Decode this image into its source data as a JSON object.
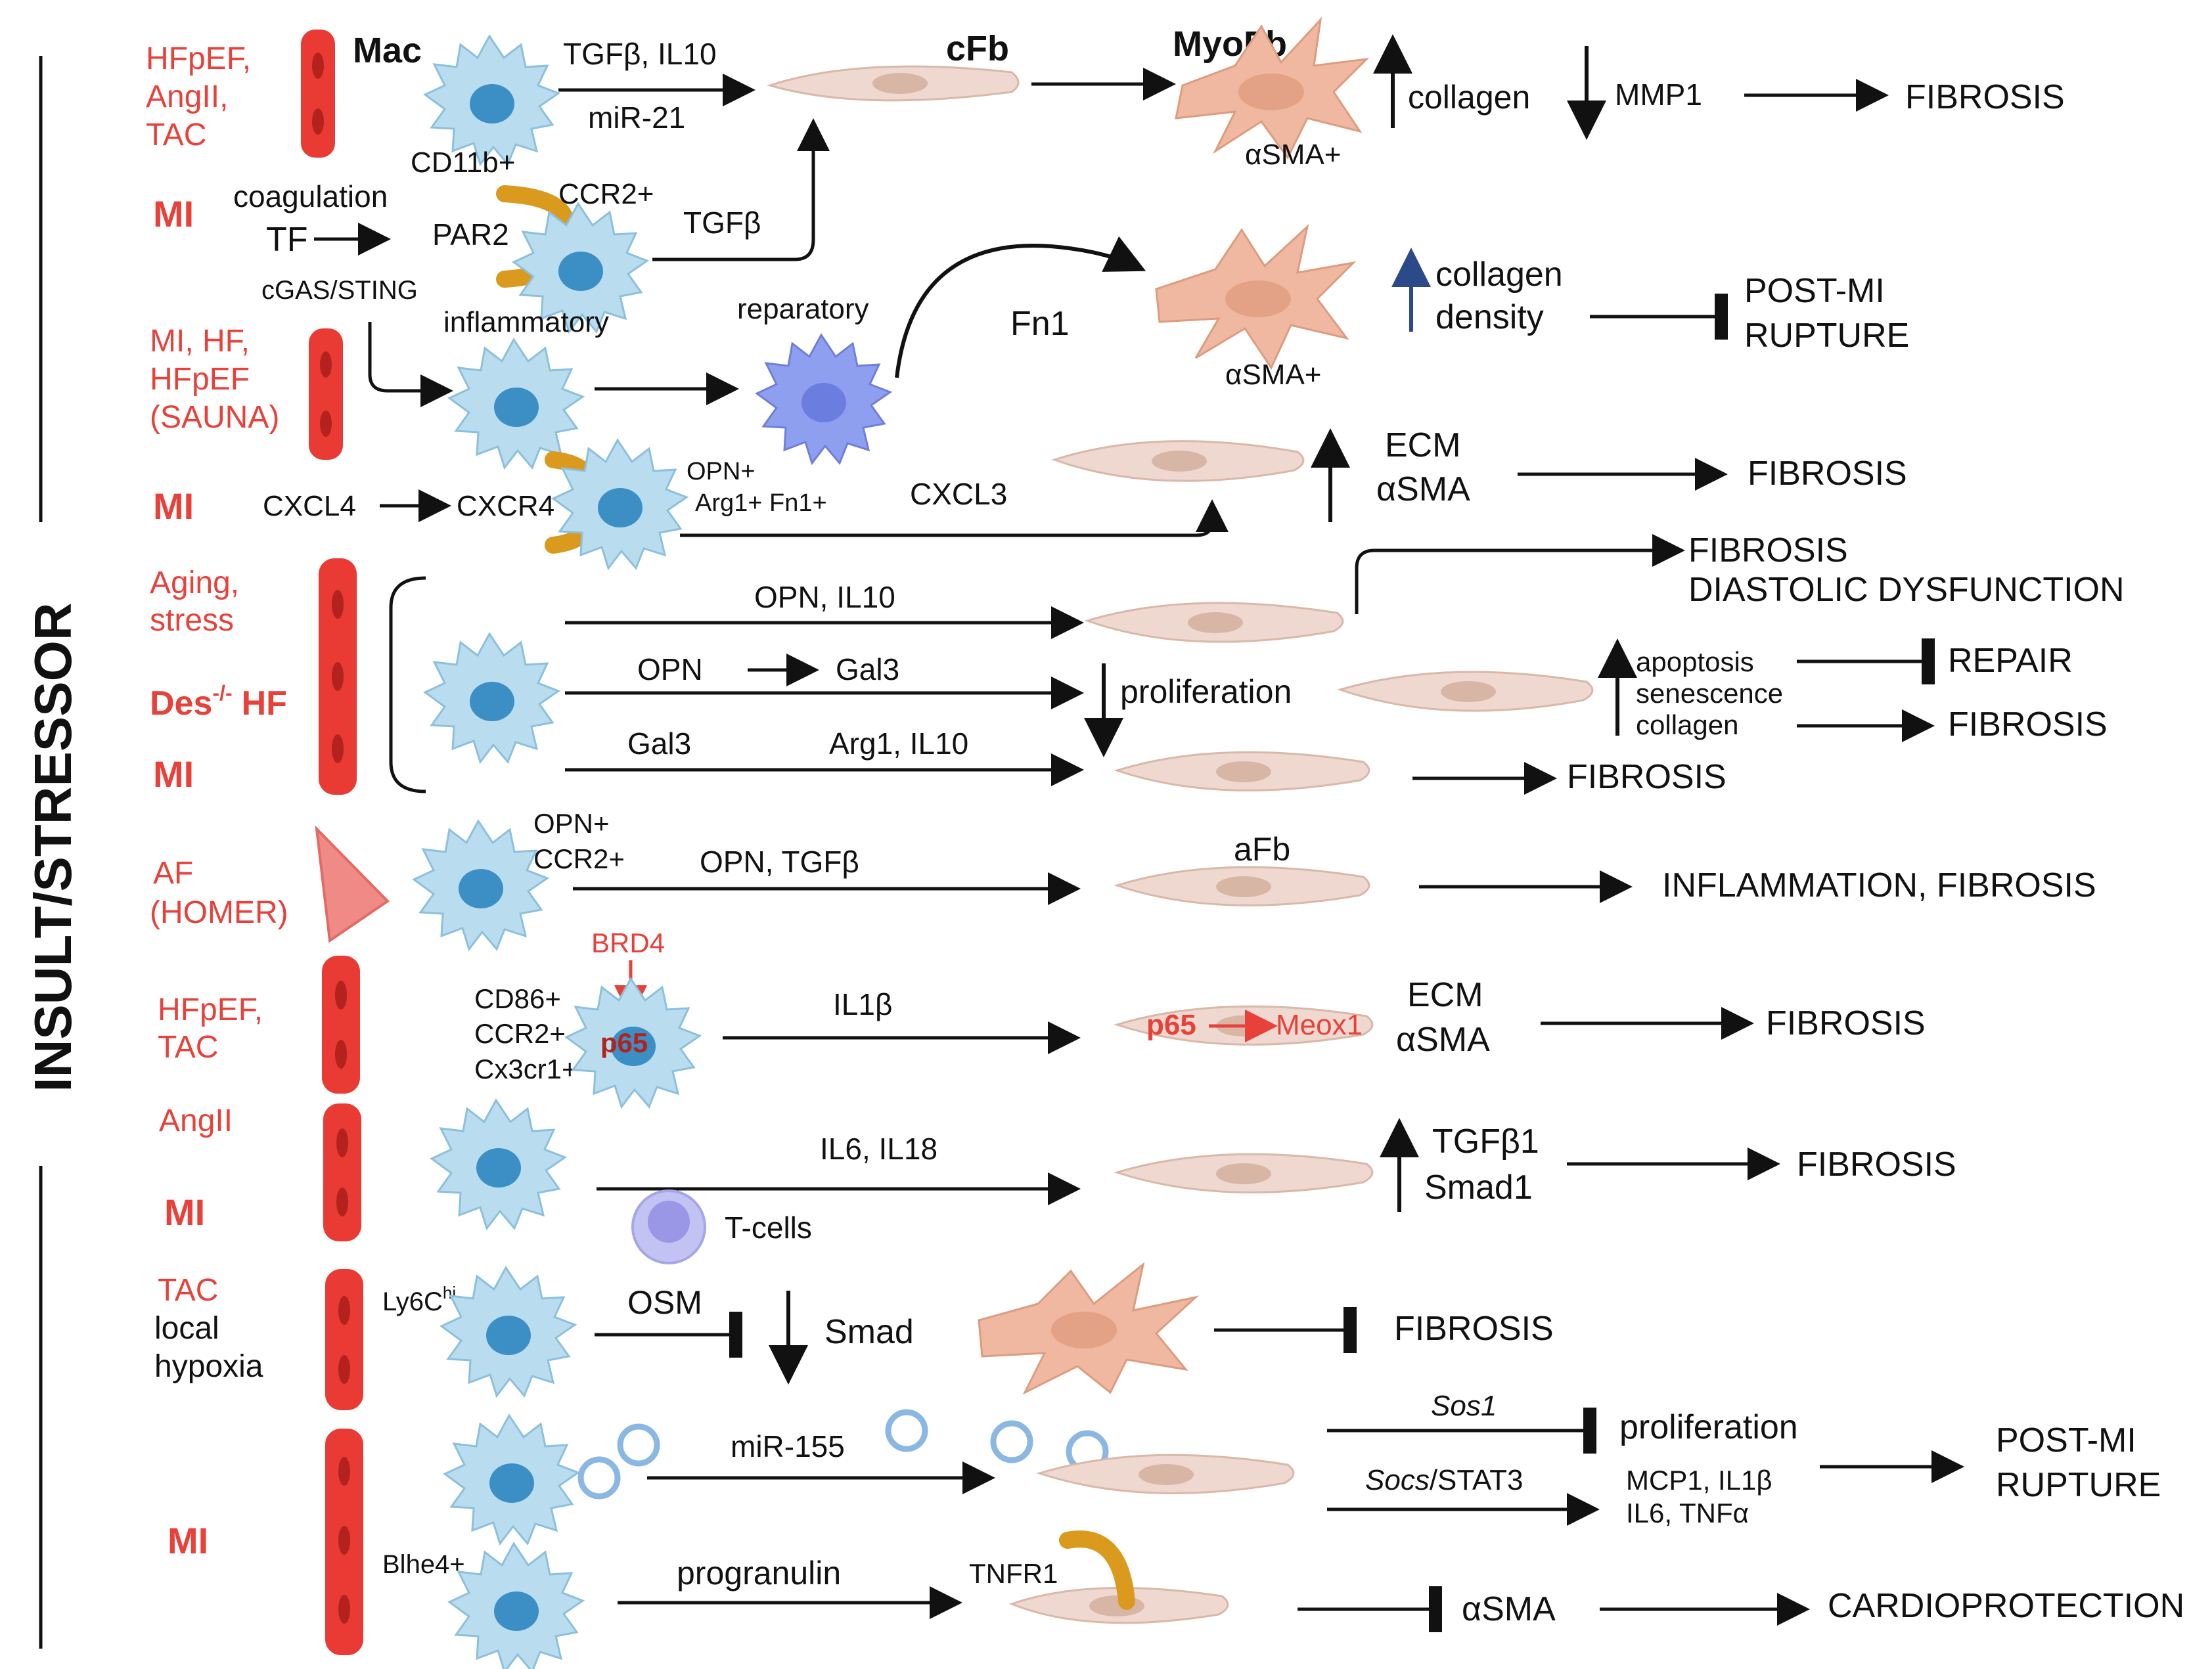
{
  "side_label": "INSULT/STRESSOR",
  "header": {
    "mac": "Mac",
    "cfb": "cFb",
    "myofb": "MyoFb"
  },
  "row1": {
    "stressor": [
      "HFpEF,",
      "AngII,",
      "TAC"
    ],
    "mac_marker": "CD11b+",
    "arrow_top": "TGFβ, IL10",
    "arrow_bottom": "miR-21",
    "myofb_marker": "αSMA+",
    "collagen": "collagen",
    "mmp": "MMP1",
    "outcome": "FIBROSIS"
  },
  "row2": {
    "stressor": "MI",
    "coag": "coagulation",
    "tf": "TF",
    "par2": "PAR2",
    "ccr2": "CCR2+",
    "tgf": "TGFβ"
  },
  "row3": {
    "cgas": "cGAS/STING",
    "inflam": "inflammatory",
    "reparatory": "reparatory",
    "stressor": [
      "MI, HF,",
      "HFpEF",
      "(SAUNA)"
    ],
    "fn1": "Fn1",
    "collagen": "collagen",
    "density": "density",
    "marker": "αSMA+",
    "outcome": [
      "POST-MI",
      "RUPTURE"
    ]
  },
  "row4": {
    "stressor": "MI",
    "cxcl4": "CXCL4",
    "cxcr4": "CXCR4",
    "markers": [
      "OPN+",
      "Arg1+ Fn1+"
    ],
    "cxcl3": "CXCL3",
    "ecm": "ECM",
    "asma": "αSMA",
    "outcome": "FIBROSIS"
  },
  "row5": {
    "stressors": [
      "Aging,",
      "stress"
    ],
    "des": "Des",
    "des_sup": "-/-",
    "des_hf": "HF",
    "mi": "MI",
    "a1": "OPN, IL10",
    "a2a": "OPN",
    "a2b": "Gal3",
    "a3a": "Gal3",
    "a3b": "Arg1, IL10",
    "prolif": "proliferation",
    "out1": [
      "FIBROSIS",
      "DIASTOLIC DYSFUNCTION"
    ],
    "stack": [
      "apoptosis",
      "senescence",
      "collagen"
    ],
    "repair": "REPAIR",
    "fib2": "FIBROSIS",
    "fib3": "FIBROSIS"
  },
  "row6": {
    "stressor": [
      "AF",
      "(HOMER)"
    ],
    "markers": [
      "OPN+",
      "CCR2+"
    ],
    "arrow": "OPN, TGFβ",
    "afb": "aFb",
    "outcome": "INFLAMMATION, FIBROSIS"
  },
  "row7": {
    "stressor": [
      "HFpEF,",
      "TAC"
    ],
    "markers": [
      "CD86+",
      "CCR2+",
      "Cx3cr1+"
    ],
    "brd4": "BRD4",
    "p65": "p65",
    "arrow": "IL1β",
    "fb_p65": "p65",
    "meox": "Meox1",
    "ecm": "ECM",
    "asma": "αSMA",
    "outcome": "FIBROSIS"
  },
  "row8": {
    "angii": "AngII",
    "mi": "MI",
    "arrow": "IL6, IL18",
    "tcells": "T-cells",
    "tgfb1": "TGFβ1",
    "smad1": "Smad1",
    "outcome": "FIBROSIS"
  },
  "row9": {
    "stressor": [
      "TAC"
    ],
    "local": [
      "local",
      "hypoxia"
    ],
    "ly6c": "Ly6C",
    "ly6c_sup": "hi",
    "osm": "OSM",
    "smad": "Smad",
    "outcome": "FIBROSIS"
  },
  "row10": {
    "stressor": "MI",
    "mir": "miR-155",
    "sos": "Sos1",
    "prolif": "proliferation",
    "socs": "Socs",
    "stat": "/STAT3",
    "cytok": [
      "MCP1, IL1β",
      "IL6, TNFα"
    ],
    "outcome": [
      "POST-MI",
      "RUPTURE"
    ]
  },
  "row11": {
    "blhe": "Blhe4+",
    "progranulin": "progranulin",
    "tnfr": "TNFR1",
    "asma": "αSMA",
    "outcome": "CARDIOPROTECTION"
  },
  "colors": {
    "stressor_red": "#e8413a",
    "macrophage": "#b9dcef",
    "nucleus": "#3b8fc4",
    "reparatory": "#8f9ff0",
    "fibroblast": "#efd8cf",
    "myofibroblast": "#f0b8a0",
    "cardiomyocyte": "#e93a33",
    "receptor": "#d99a1e",
    "tcell": "#9a97e6",
    "vesicle": "#8bb8e3"
  }
}
